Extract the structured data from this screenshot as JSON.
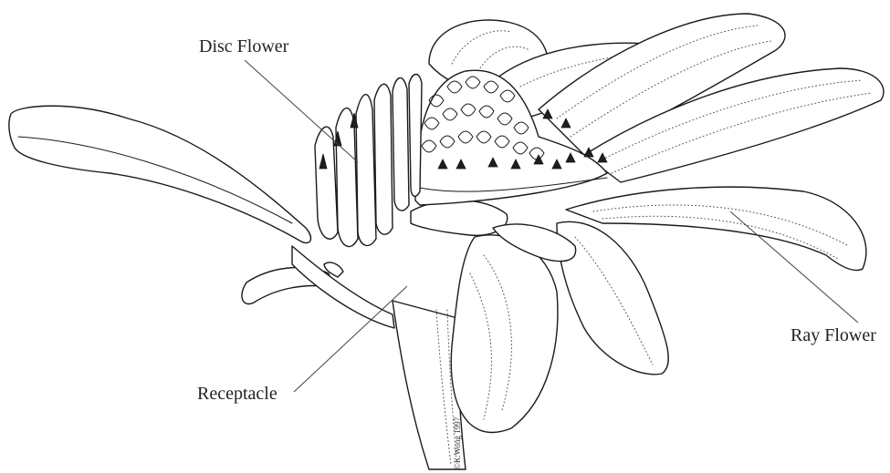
{
  "labels": {
    "disc_flower": "Disc Flower",
    "ray_flower": "Ray Flower",
    "receptacle": "Receptacle"
  },
  "signature": "©K.Wong 1997",
  "colors": {
    "background": "#ffffff",
    "ink": "#1a1a1a",
    "anthers": "#1f1f1f"
  }
}
